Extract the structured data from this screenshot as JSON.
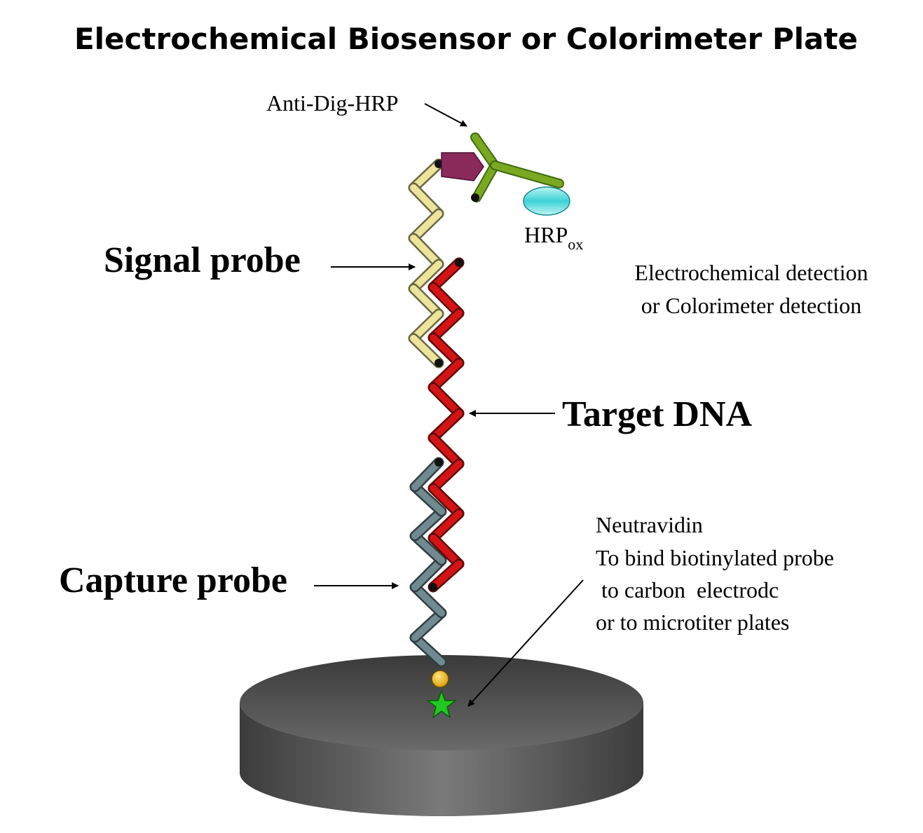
{
  "title": "Electrochemical Biosensor or Colorimeter Plate",
  "labels": {
    "anti_dig_hrp": "Anti-Dig-HRP",
    "hrp_main": "HRP",
    "hrp_sub": "ox",
    "signal_probe": "Signal probe",
    "target_dna": "Target DNA",
    "capture_probe": "Capture probe",
    "detection_line1": "Electrochemical detection",
    "detection_line2": "or Colorimeter detection",
    "neutravidin_line1": "Neutravidin",
    "neutravidin_line2": "To bind biotinylated  probe",
    "neutravidin_line3": " to carbon  electrodc",
    "neutravidin_line4": "or to microtiter plates"
  },
  "colors": {
    "signal_probe": "#ece49a",
    "target_dna": "#d41414",
    "capture_probe": "#6f8a90",
    "antibody": "#7aa820",
    "digoxigenin": "#8a2a5a",
    "hrp": "#3cd2d6",
    "biotin": "#f0b800",
    "neutravidin": "#22c822",
    "plate": "#555555"
  }
}
